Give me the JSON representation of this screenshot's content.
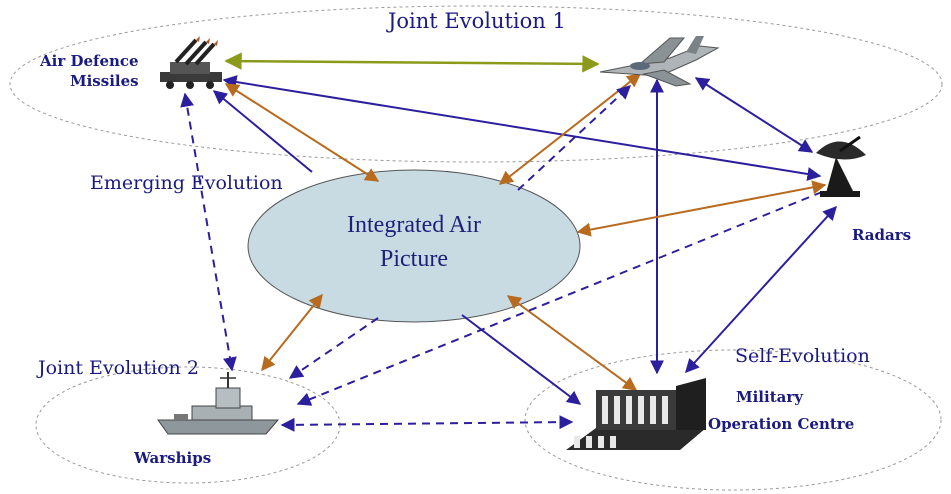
{
  "labels": {
    "joint_evolution_1": "Joint Evolution 1",
    "joint_evolution_2": "Joint Evolution 2",
    "emerging_evolution": "Emerging Evolution",
    "self_evolution": "Self-Evolution",
    "integrated_air_picture_line1": "Integrated Air",
    "integrated_air_picture_line2": "Picture"
  },
  "nodes": {
    "air_defence_line1": "Air Defence",
    "air_defence_line2": "Missiles",
    "radars": "Radars",
    "warships": "Warships",
    "moc_line1": "Military",
    "moc_line2": "Operation Centre"
  },
  "colors": {
    "blue_arrow": "#2b1f9e",
    "orange_arrow": "#b86a1e",
    "olive_arrow": "#8c9a1a",
    "hub_fill": "#c8dbe3",
    "text": "#1a1a80"
  },
  "icons": [
    "missile-launcher-icon",
    "fighter-jet-icon",
    "radar-dish-icon",
    "warship-icon",
    "building-icon"
  ]
}
